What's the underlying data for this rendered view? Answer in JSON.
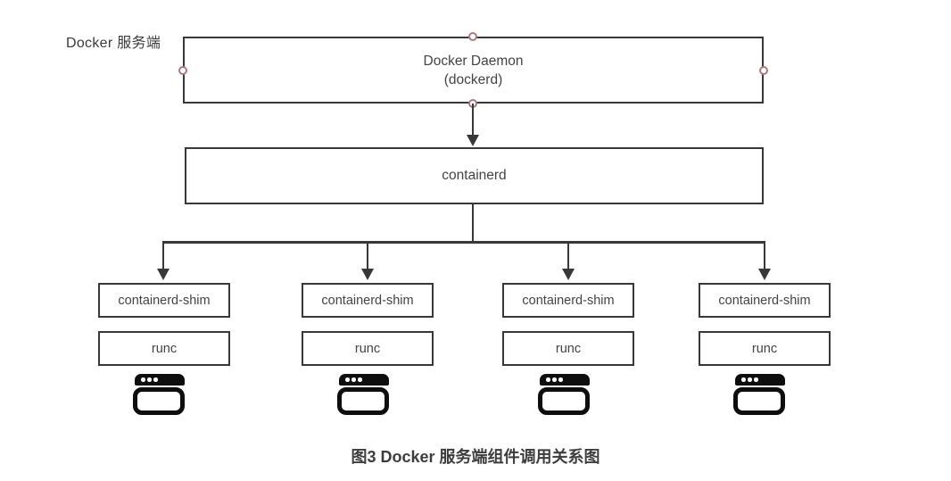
{
  "diagram": {
    "side_label": "Docker 服务端",
    "daemon_box": {
      "title": "Docker Daemon",
      "subtitle": "(dockerd)"
    },
    "containerd_box": {
      "label": "containerd"
    },
    "columns": [
      {
        "shim": "containerd-shim",
        "runtime": "runc",
        "icon": "window-icon"
      },
      {
        "shim": "containerd-shim",
        "runtime": "runc",
        "icon": "window-icon"
      },
      {
        "shim": "containerd-shim",
        "runtime": "runc",
        "icon": "window-icon"
      },
      {
        "shim": "containerd-shim",
        "runtime": "runc",
        "icon": "window-icon"
      }
    ],
    "caption": "图3 Docker 服务端组件调用关系图",
    "colors": {
      "line": "#383838",
      "text": "#434343",
      "handle_stroke": "#a87a7e",
      "icon": "#0e0e0e",
      "background": "#ffffff"
    }
  }
}
